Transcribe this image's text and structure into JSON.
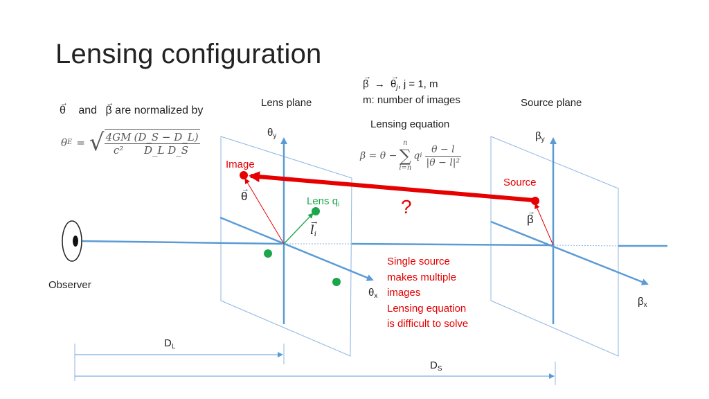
{
  "title": "Lensing configuration",
  "labels": {
    "lens_plane": "Lens plane",
    "source_plane": "Source plane",
    "observer": "Observer",
    "image": "Image",
    "source": "Source",
    "lens": "Lens q",
    "lens_sub": "i",
    "theta_y": "θ",
    "theta_y_sub": "y",
    "theta_x": "θ",
    "theta_x_sub": "x",
    "beta_y": "β",
    "beta_y_sub": "y",
    "beta_x": "β",
    "beta_x_sub": "x",
    "d_l": "D",
    "d_l_sub": "L",
    "d_s": "D",
    "d_s_sub": "S",
    "question_mark": "?",
    "theta_vec": "θ",
    "beta_vec": "β",
    "l_vec": "l",
    "l_vec_sub": "i"
  },
  "notes": {
    "normalized_and": "and",
    "normalized_text": "are normalized by",
    "mapping_line1_a": "β",
    "mapping_arrow": "→",
    "mapping_line1_b": "θ",
    "mapping_line1_b_sub": "j",
    "mapping_line1_c": ", j = 1, m",
    "mapping_line2": "m: number of images",
    "lensing_equation_label": "Lensing equation",
    "single_source_lines": [
      "Single source",
      "makes multiple",
      "images",
      "Lensing equation",
      "is difficult to solve"
    ]
  },
  "formulas": {
    "einstein_lhs": "θ",
    "einstein_lhs_sub": "E",
    "einstein_eq": "=",
    "einstein_num1": "4GM",
    "einstein_den1": "c²",
    "einstein_num2": "(D_S − D_L)",
    "einstein_den2": "D_L D_S",
    "lens_eq_lhs": "β = θ −",
    "lens_eq_sum_top": "n",
    "lens_eq_sum": "∑",
    "lens_eq_sum_bottom": "i=n",
    "lens_eq_q": "q",
    "lens_eq_q_sub": "i",
    "lens_eq_num": "θ − l",
    "lens_eq_den": "|θ − l|²"
  },
  "colors": {
    "axis_blue": "#5b9bd5",
    "plane_blue": "#8db4e2",
    "ray_red": "#e60000",
    "lens_green": "#1aa64a"
  }
}
